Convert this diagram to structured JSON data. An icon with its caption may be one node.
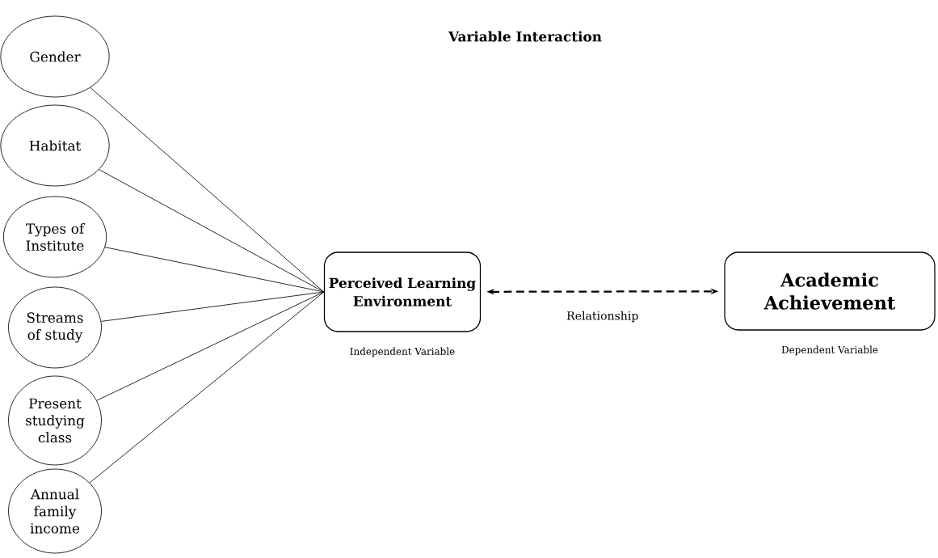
{
  "diagram": {
    "title": "Variable Interaction",
    "nodes": [
      {
        "text": [
          "Gender"
        ]
      },
      {
        "text": [
          "Habitat"
        ]
      },
      {
        "text": [
          "Types of Institute"
        ]
      },
      {
        "text": [
          "Streams of study"
        ]
      },
      {
        "text": [
          "Present studying class"
        ]
      },
      {
        "text": [
          "Annual family income"
        ]
      },
      {
        "text": [
          "Perceived Learning Environment"
        ],
        "beside": [
          "Independent Variable"
        ]
      },
      {
        "text": [
          "Academic Achievement"
        ],
        "beside": [
          "Dependent Variable"
        ]
      }
    ],
    "edges": [
      {
        "from": 0,
        "to": 6,
        "arrow": "none"
      },
      {
        "from": 1,
        "to": 6,
        "arrow": "none"
      },
      {
        "from": 2,
        "to": 6,
        "arrow": "none"
      },
      {
        "from": 3,
        "to": 6,
        "arrow": "none"
      },
      {
        "from": 4,
        "to": 6,
        "arrow": "none"
      },
      {
        "from": 5,
        "to": 6,
        "arrow": "none"
      },
      {
        "from": 6,
        "to": 7,
        "arrow": "both",
        "label": "Relationship",
        "style": "dashed"
      }
    ]
  }
}
